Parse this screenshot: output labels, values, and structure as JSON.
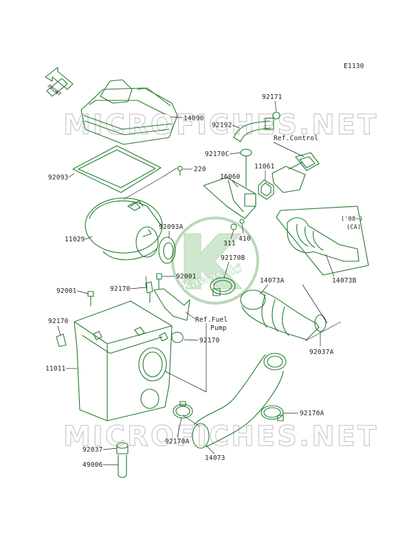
{
  "diagram_code": "E1130",
  "front_label": "FRONT",
  "watermark_text": "MICROFICHES.NET",
  "logo_text": "Kawasaki",
  "inset_note": "('08~)\n(CA)",
  "refs": {
    "control": "Ref.Control",
    "fuel_pump": "Ref.Fuel\nPump"
  },
  "parts": [
    {
      "id": "p14090",
      "label": "14090"
    },
    {
      "id": "p92171",
      "label": "92171"
    },
    {
      "id": "p92192",
      "label": "92192"
    },
    {
      "id": "p92170C",
      "label": "92170C"
    },
    {
      "id": "p92093",
      "label": "92093"
    },
    {
      "id": "p220",
      "label": "220"
    },
    {
      "id": "p11061",
      "label": "11061"
    },
    {
      "id": "p16060",
      "label": "16060"
    },
    {
      "id": "p11029",
      "label": "11029"
    },
    {
      "id": "p92093A",
      "label": "92093A"
    },
    {
      "id": "p311",
      "label": "311"
    },
    {
      "id": "p410",
      "label": "410"
    },
    {
      "id": "p92170B",
      "label": "92170B"
    },
    {
      "id": "p14073A",
      "label": "14073A"
    },
    {
      "id": "p14073B",
      "label": "14073B"
    },
    {
      "id": "p92001a",
      "label": "92001"
    },
    {
      "id": "p92001b",
      "label": "92001"
    },
    {
      "id": "p92170a",
      "label": "92170"
    },
    {
      "id": "p92170b",
      "label": "92170"
    },
    {
      "id": "p92170c",
      "label": "92170"
    },
    {
      "id": "p11011",
      "label": "11011"
    },
    {
      "id": "p92037A",
      "label": "92037A"
    },
    {
      "id": "p92170A1",
      "label": "92170A"
    },
    {
      "id": "p92170A2",
      "label": "92170A"
    },
    {
      "id": "p92037",
      "label": "92037"
    },
    {
      "id": "p49006",
      "label": "49006"
    },
    {
      "id": "p14073",
      "label": "14073"
    }
  ],
  "colors": {
    "line_art": "#1f7a2a",
    "labels": "#1e1e1e",
    "watermark": "#c9c9c9",
    "background": "#ffffff"
  }
}
